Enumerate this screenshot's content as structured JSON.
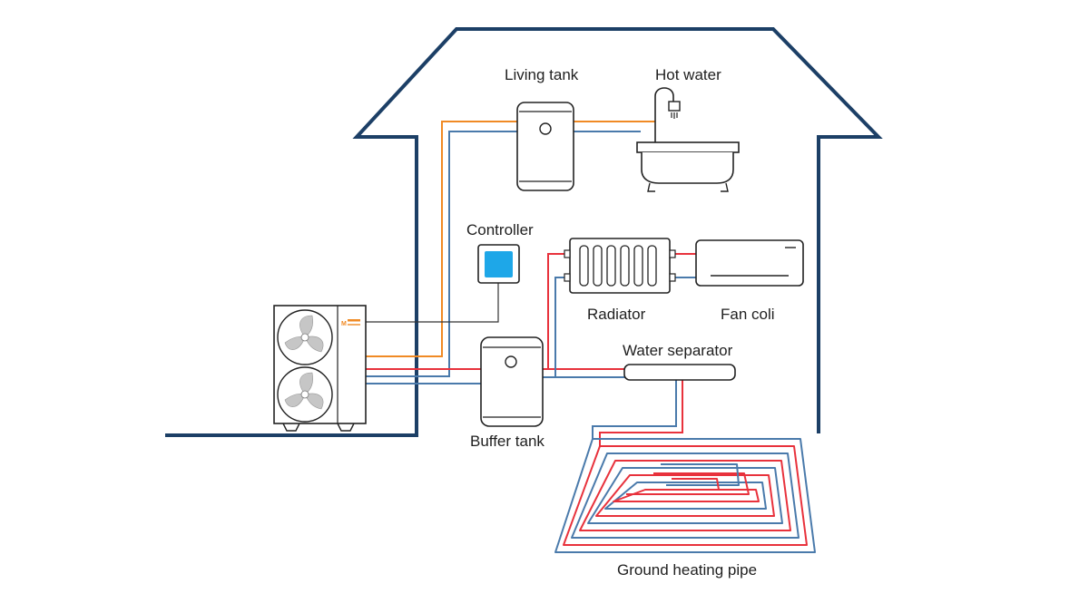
{
  "labels": {
    "living_tank": "Living tank",
    "hot_water": "Hot water",
    "controller": "Controller",
    "radiator": "Radiator",
    "fan_coil": "Fan coli",
    "water_separator": "Water separator",
    "buffer_tank": "Buffer tank",
    "ground_heating_pipe": "Ground heating pipe"
  },
  "heat_pump_brand": "M",
  "colors": {
    "house_outline": "#1c3f66",
    "hot_line": "#e8323c",
    "cold_line": "#4a7aab",
    "dhw_line": "#f08a24",
    "signal_line": "#333333",
    "equipment_stroke": "#222222",
    "controller_screen": "#1ea7e8",
    "fan_blade": "#c6c6c6"
  }
}
